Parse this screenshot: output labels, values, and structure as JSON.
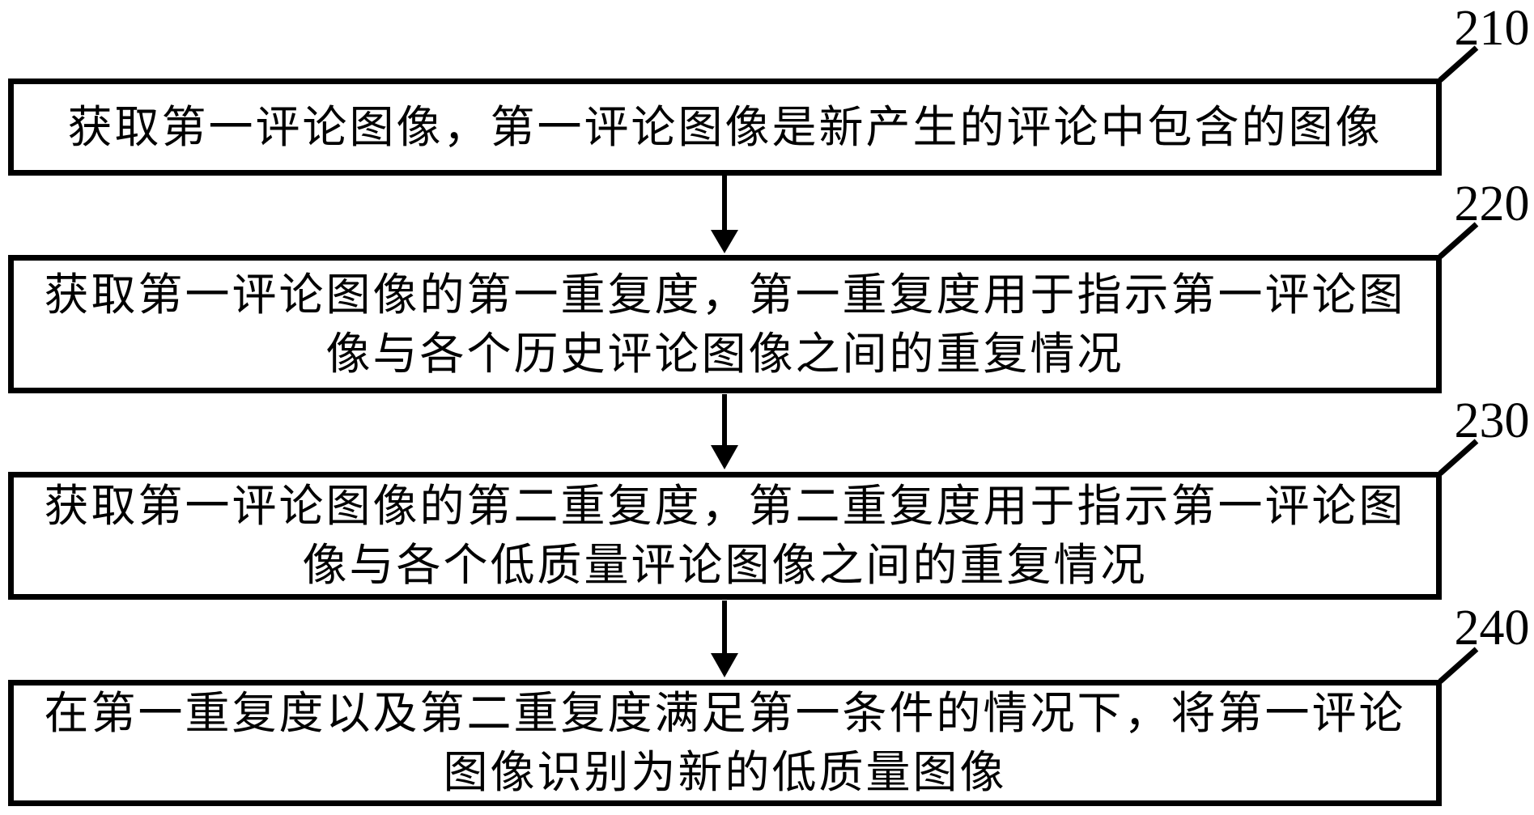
{
  "figure": {
    "type": "flowchart",
    "background_color": "#ffffff",
    "ink_color": "#000000",
    "icons": {
      "flow-arrow": "down-triangle-arrow",
      "ref-leader": "diagonal-line"
    },
    "steps": [
      {
        "id": "210",
        "lines": [
          "获取第一评论图像，第一评论图像是新产生的评论中包含的图像"
        ]
      },
      {
        "id": "220",
        "lines": [
          "获取第一评论图像的第一重复度，第一重复度用于指示第一评论图",
          "像与各个历史评论图像之间的重复情况"
        ]
      },
      {
        "id": "230",
        "lines": [
          "获取第一评论图像的第二重复度，第二重复度用于指示第一评论图",
          "像与各个低质量评论图像之间的重复情况"
        ]
      },
      {
        "id": "240",
        "lines": [
          "在第一重复度以及第二重复度满足第一条件的情况下，将第一评论",
          "图像识别为新的低质量图像"
        ]
      }
    ]
  }
}
